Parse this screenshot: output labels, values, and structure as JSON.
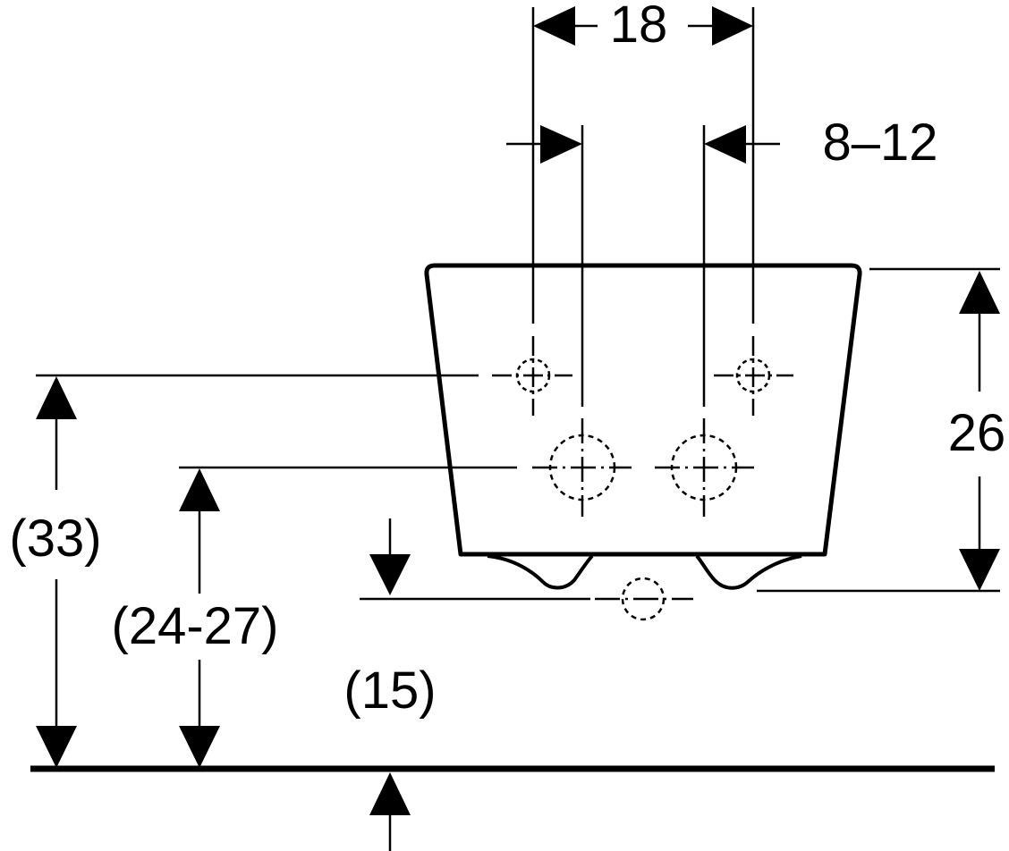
{
  "dimensions": {
    "top_spacing": "18",
    "pipe_offset": "8–12",
    "height": "26",
    "upper_height": "(33)",
    "lower_height": "(24-27)",
    "drain_height": "(15)"
  }
}
